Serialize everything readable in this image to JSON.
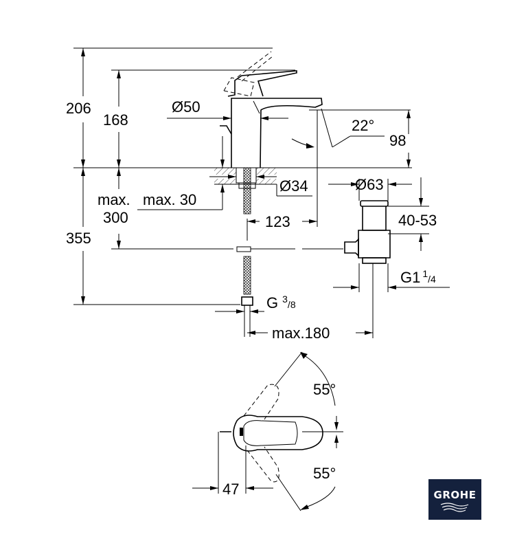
{
  "drawing": {
    "side_view": {
      "height_total": "206",
      "height_spout_top": "168",
      "body_diameter": "Ø50",
      "spout_angle": "22°",
      "spout_height": "98",
      "hole_diameter": "Ø34",
      "deck_max_label": "max.",
      "deck_thickness": "max. 30",
      "max_300": "300",
      "spout_reach": "123",
      "below_deck": "355",
      "connection_g": "G",
      "connection_num": "3",
      "connection_den": "8",
      "waste_diameter": "Ø63",
      "waste_range": "40-53",
      "waste_g": "G1",
      "waste_num": "1",
      "waste_den": "4",
      "waste_offset": "max.180"
    },
    "top_view": {
      "angle_upper": "55°",
      "angle_lower": "55°",
      "lever_offset": "47"
    }
  },
  "brand": {
    "logo_text": "GROHE",
    "logo_color": "#14213d"
  }
}
